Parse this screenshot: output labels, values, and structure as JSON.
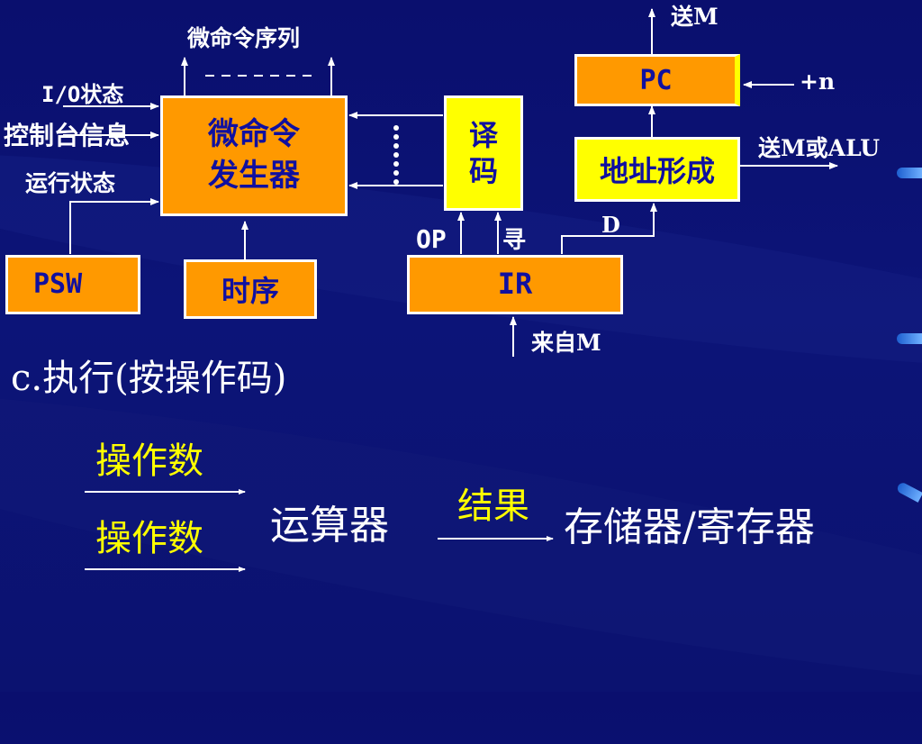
{
  "colors": {
    "background": "#0a0f6e",
    "box_orange": "#ff9900",
    "box_yellow": "#ffff00",
    "box_text": "#1010a0",
    "line": "#ffffff",
    "highlight_text": "#ffff00"
  },
  "diagram": {
    "blocks": {
      "generator_line1": "微命令",
      "generator_line2": "发生器",
      "decoder_line1": "译",
      "decoder_line2": "码",
      "pc": "PC",
      "address_formation": "地址形成",
      "ir": "IR",
      "psw": "PSW",
      "timing": "时序"
    },
    "labels": {
      "micro_sequence": "微命令序列",
      "io_status": "I/O状态",
      "control_info": "控制台信息",
      "run_status": "运行状态",
      "op": "OP",
      "addressing": "寻",
      "d": "D",
      "plus_n": "+n",
      "to_m": "送M",
      "to_m_or_alu": "送M或ALU",
      "from_m": "来自M"
    }
  },
  "text": {
    "heading": "c.执行(按操作码)",
    "operand_1": "操作数",
    "operand_2": "操作数",
    "alu": "运算器",
    "result": "结果",
    "destination": "存储器/寄存器"
  }
}
